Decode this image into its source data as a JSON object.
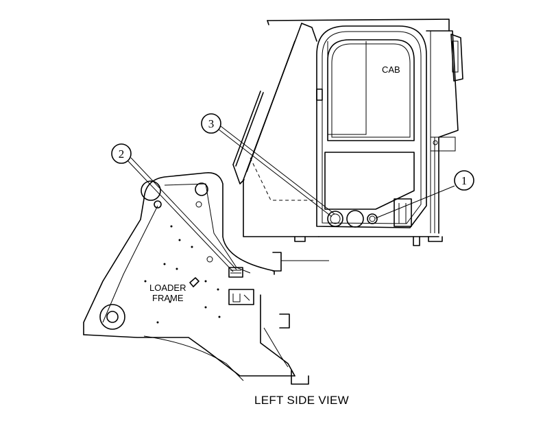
{
  "labels": {
    "cab": "CAB",
    "loader_frame_line1": "LOADER",
    "loader_frame_line2": "FRAME",
    "caption": "LEFT SIDE VIEW"
  },
  "callouts": [
    {
      "id": "callout-1",
      "number": "1"
    },
    {
      "id": "callout-2",
      "number": "2"
    },
    {
      "id": "callout-3",
      "number": "3"
    }
  ]
}
